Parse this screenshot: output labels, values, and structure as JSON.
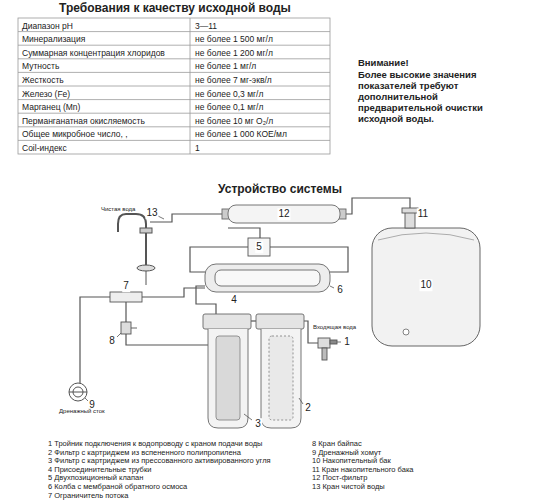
{
  "diagram": {
    "title": "Требования к качеству исходной воды",
    "labels": [
      "Диапазон pH",
      "3—11",
      "Минерализация",
      "не более 1 500 мг/л",
      "Суммарная концентрация хлоридов",
      "не более 1 200 мг/л",
      "Мутность",
      "не более 1 мг/л",
      "Жесткость",
      "не более 7 мг-экв/л",
      "Железо (Fe)",
      "не более 0,3 мг/л",
      "Марганец (Mn)",
      "не более 0,1 мг/л",
      "Перманганатная окисляемость",
      "не более 10 мг O₂/л",
      "Общее микробное число, ,",
      "не более 1 000 КОЕ/мл",
      "Coil-индекс",
      "1",
      "Внимание!",
      "Более высокие значения показателей требуют дополнительной предварительной очистки исходной воды.",
      "Устройство системы",
      "1",
      "2",
      "3",
      "4",
      "5",
      "6",
      "7",
      "8",
      "9",
      "10",
      "11",
      "12",
      "13",
      "Чистая вода",
      "Входящая вода",
      "Дренажный сток",
      "1 Тройник подключения к водопроводу с краном подачи воды",
      "2 Фильтр с картриджем из вспененного полипропилена",
      "3 Фильтр с картриджем из прессованного активированного угля",
      "4 Присоединительные трубки",
      "5 Двухпозиционный клапан",
      "6 Колба с мембраной обратного осмоса",
      "7 Ограничитель потока",
      "8 Кран байпас",
      "9 Дренажный хомут",
      "10 Накопительный бак",
      "11 Кран накопительного бака",
      "12 Пост-фильтр",
      "13 Кран чистой воды"
    ]
  }
}
